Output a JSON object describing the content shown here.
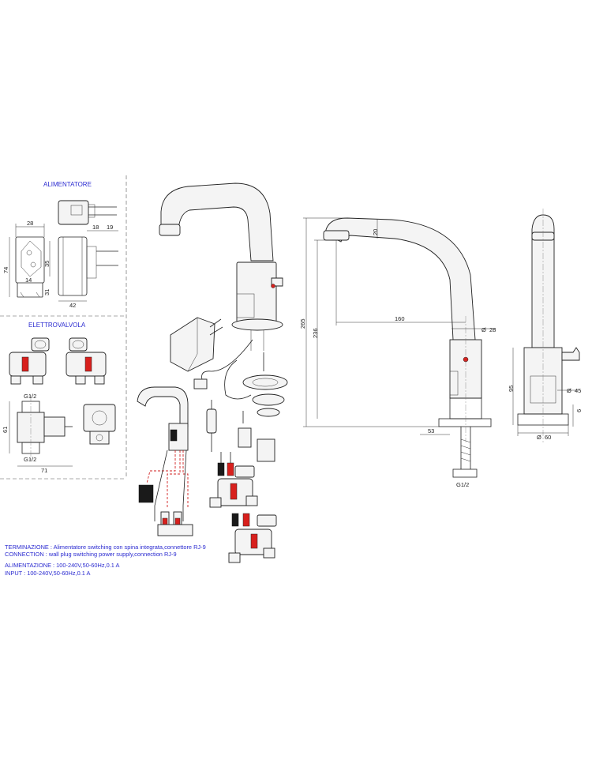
{
  "sections": {
    "power_supply_title": "ALIMENTATORE",
    "valve_title": "ELETTROVALVOLA"
  },
  "adapter_dims": {
    "width_28": "28",
    "height_74": "74",
    "pin_35": "35",
    "base_14": "14",
    "base_31": "31",
    "side_18": "18",
    "side_19": "19",
    "depth_42": "42"
  },
  "valve_dims": {
    "thread_top": "G1/2",
    "thread_bottom": "G1/2",
    "height_61": "61",
    "width_71": "71"
  },
  "faucet_dims": {
    "height_265": "265",
    "height_236": "236",
    "spout_20": "20",
    "reach_160": "160",
    "dia_28": "28",
    "base_53": "53",
    "thread": "G1/2",
    "height_95": "95",
    "dia_45": "45",
    "thick_6": "6",
    "dia_60": "60",
    "diameter_symbol": "Ø"
  },
  "notes": {
    "line1_label": "TERMINAZIONE :",
    "line1_text": " Alimentatore switching con spina integrata,connettore RJ-9",
    "line2_label": "CONNECTION :",
    "line2_text": " wall plug switching power supply,connection RJ-9",
    "line3_label": "ALIMENTAZIONE :",
    "line3_text": " 100-240V,50-60Hz,0.1 A",
    "line4_label": "INPUT :",
    "line4_text": " 100-240V,50-60Hz,0.1 A"
  },
  "colors": {
    "section_title": "#2a2ad0",
    "line": "#222222",
    "accent_red": "#d8201d"
  }
}
